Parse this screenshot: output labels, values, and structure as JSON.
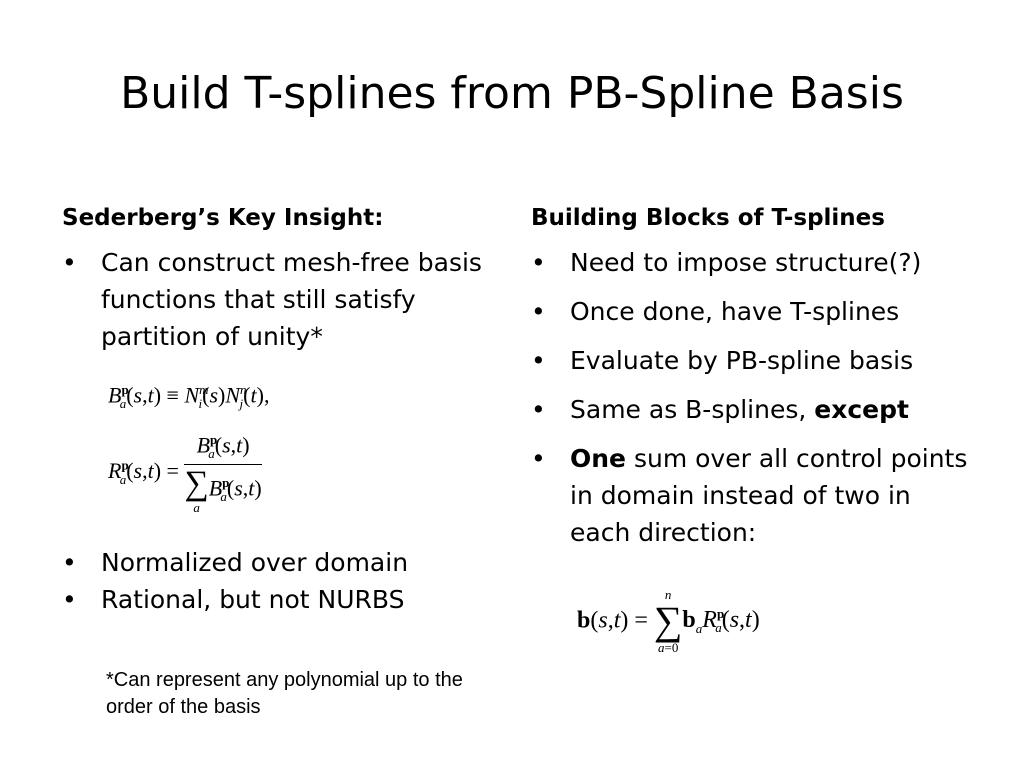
{
  "slide": {
    "title": "Build T-splines from PB-Spline Basis",
    "left_column": {
      "heading": "Sederberg’s Key Insight:",
      "bullets": [
        "Can construct mesh-free basis functions that still satisfy partition of unity*",
        "Normalized over domain",
        "Rational, but not NURBS"
      ],
      "footnote": "*Can represent any polynomial up to the order of the basis"
    },
    "right_column": {
      "heading": "Building Blocks of T-splines",
      "bullets": [
        {
          "text": "Need to impose structure(?)"
        },
        {
          "text": "Once done, have T-splines"
        },
        {
          "text": "Evaluate by PB-spline basis"
        },
        {
          "prefix": "Same as B-splines, ",
          "bold": "except"
        },
        {
          "bold": "One",
          "suffix": " sum over all control points in domain instead of two in each direction:"
        }
      ]
    },
    "bullet_glyph": "•"
  }
}
